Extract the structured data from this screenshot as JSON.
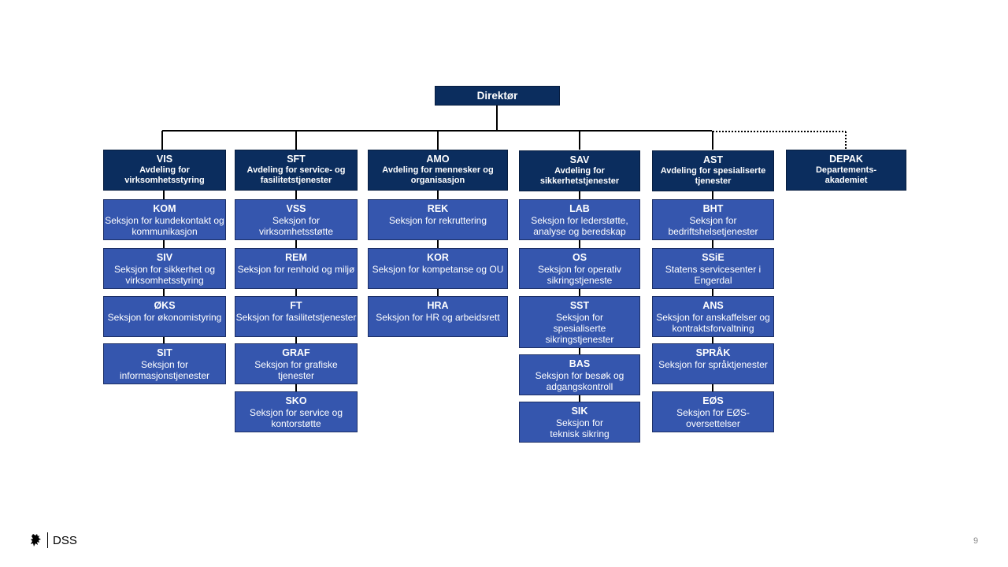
{
  "director": {
    "label": "Direktør"
  },
  "departments": [
    {
      "key": "vis",
      "abbr": "VIS",
      "name": "Avdeling for virksomhetsstyring",
      "sections": [
        {
          "abbr": "KOM",
          "name": "Seksjon for kundekontakt og kommunikasjon"
        },
        {
          "abbr": "SIV",
          "name": "Seksjon for sikkerhet og virksomhetsstyring"
        },
        {
          "abbr": "ØKS",
          "name": "Seksjon for økonomistyring"
        },
        {
          "abbr": "SIT",
          "name": "Seksjon for informasjonstjenester"
        }
      ]
    },
    {
      "key": "sft",
      "abbr": "SFT",
      "name": "Avdeling for service- og fasilitetstjenester",
      "sections": [
        {
          "abbr": "VSS",
          "name": "Seksjon for virksomhetsstøtte"
        },
        {
          "abbr": "REM",
          "name": "Seksjon for renhold og miljø"
        },
        {
          "abbr": "FT",
          "name": "Seksjon for fasilitetstjenester"
        },
        {
          "abbr": "GRAF",
          "name": "Seksjon for grafiske tjenester"
        },
        {
          "abbr": "SKO",
          "name": "Seksjon for service og kontorstøtte"
        }
      ]
    },
    {
      "key": "amo",
      "abbr": "AMO",
      "name": "Avdeling for mennesker og organisasjon",
      "sections": [
        {
          "abbr": "REK",
          "name": "Seksjon for rekruttering"
        },
        {
          "abbr": "KOR",
          "name": "Seksjon for kompetanse og OU"
        },
        {
          "abbr": "HRA",
          "name": "Seksjon for HR og arbeidsrett"
        }
      ]
    },
    {
      "key": "sav",
      "abbr": "SAV",
      "name": "Avdeling for sikkerhetstjenester",
      "sections": [
        {
          "abbr": "LAB",
          "name": "Seksjon for lederstøtte, analyse og beredskap"
        },
        {
          "abbr": "OS",
          "name": "Seksjon for operativ sikringstjeneste"
        },
        {
          "abbr": "SST",
          "name": "Seksjon for spesialiserte sikringstjenester"
        },
        {
          "abbr": "BAS",
          "name": "Seksjon for besøk og adgangskontroll"
        },
        {
          "abbr": "SIK",
          "name": "Seksjon for teknisk sikring"
        }
      ]
    },
    {
      "key": "ast",
      "abbr": "AST",
      "name": "Avdeling for spesialiserte tjenester",
      "sections": [
        {
          "abbr": "BHT",
          "name": "Seksjon for bedriftshelsetjenester"
        },
        {
          "abbr": "SSiE",
          "name": "Statens servicesenter i Engerdal"
        },
        {
          "abbr": "ANS",
          "name": "Seksjon for anskaffelser og kontraktsforvaltning"
        },
        {
          "abbr": "SPRÅK",
          "name": "Seksjon for språktjenester"
        },
        {
          "abbr": "EØS",
          "name": "Seksjon for EØS-oversettelser"
        }
      ]
    }
  ],
  "depak": {
    "abbr": "DEPAK",
    "name": "Departements-akademiet"
  },
  "footer": {
    "logo_text": "DSS",
    "logo_icon": "norwegian-lion-icon",
    "page_number": "9"
  },
  "colors": {
    "department": "#0b2d5e",
    "section": "#3556ae",
    "line": "#000000"
  }
}
